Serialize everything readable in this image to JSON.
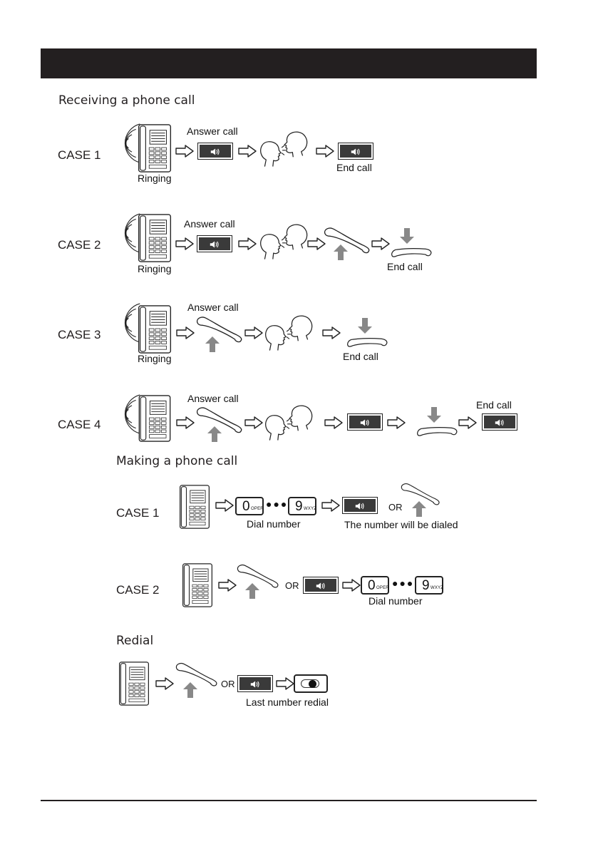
{
  "sections": {
    "receiving": "Receiving a phone call",
    "making": "Making a phone call",
    "redial": "Redial"
  },
  "receiving": {
    "case1": {
      "label": "CASE 1",
      "ringing": "Ringing",
      "answer": "Answer call",
      "end": "End call"
    },
    "case2": {
      "label": "CASE 2",
      "ringing": "Ringing",
      "answer": "Answer call",
      "end": "End call"
    },
    "case3": {
      "label": "CASE 3",
      "ringing": "Ringing",
      "answer": "Answer call",
      "end": "End call"
    },
    "case4": {
      "label": "CASE 4",
      "answer": "Answer call",
      "end": "End call"
    }
  },
  "making": {
    "case1": {
      "label": "CASE 1",
      "dial": "Dial number",
      "or": "OR",
      "dialed": "The number will be dialed"
    },
    "case2": {
      "label": "CASE 2",
      "or": "OR",
      "dial": "Dial number"
    }
  },
  "redial": {
    "or": "OR",
    "last": "Last number redial"
  },
  "keys": {
    "zero": "0",
    "zero_sub": "OPER",
    "nine": "9",
    "nine_sub": "WXYZ"
  },
  "icons": [
    "phone-icon",
    "ring-waves-icon",
    "arrow-right-icon",
    "speaker-button-icon",
    "talking-heads-icon",
    "handset-icon",
    "up-arrow-icon",
    "down-arrow-icon",
    "redial-button-icon"
  ]
}
